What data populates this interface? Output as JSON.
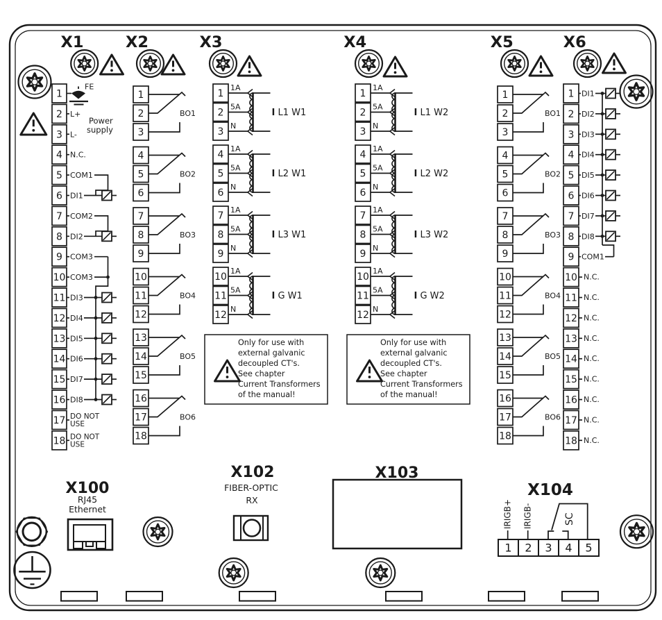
{
  "colors": {
    "ink": "#1a1a1a",
    "paper": "#ffffff"
  },
  "x1": {
    "title": "X1",
    "power_label": [
      "Power",
      "supply"
    ],
    "terminals": [
      {
        "n": "1",
        "label": "FE",
        "type": "fe"
      },
      {
        "n": "2",
        "label": "L+",
        "type": "plain"
      },
      {
        "n": "3",
        "label": "L-",
        "type": "plain"
      },
      {
        "n": "4",
        "label": "N.C.",
        "type": "plain"
      },
      {
        "n": "5",
        "label": "COM1",
        "type": "com-pair"
      },
      {
        "n": "6",
        "label": "DI1",
        "type": "di-pair"
      },
      {
        "n": "7",
        "label": "COM2",
        "type": "com-pair"
      },
      {
        "n": "8",
        "label": "DI2",
        "type": "di-pair"
      },
      {
        "n": "9",
        "label": "COM3",
        "type": "com-bus-start"
      },
      {
        "n": "10",
        "label": "COM3",
        "type": "com-bus-join"
      },
      {
        "n": "11",
        "label": "DI3",
        "type": "di-bus"
      },
      {
        "n": "12",
        "label": "DI4",
        "type": "di-bus"
      },
      {
        "n": "13",
        "label": "DI5",
        "type": "di-bus"
      },
      {
        "n": "14",
        "label": "DI6",
        "type": "di-bus"
      },
      {
        "n": "15",
        "label": "DI7",
        "type": "di-bus"
      },
      {
        "n": "16",
        "label": "DI8",
        "type": "di-bus"
      },
      {
        "n": "17",
        "label": "DO NOT USE",
        "lines": [
          "DO NOT",
          "USE"
        ],
        "type": "two-line"
      },
      {
        "n": "18",
        "label": "DO NOT USE",
        "lines": [
          "DO NOT",
          "USE"
        ],
        "type": "two-line"
      }
    ]
  },
  "x2": {
    "title": "X2",
    "outputs": [
      "BO1",
      "BO2",
      "BO3",
      "BO4",
      "BO5",
      "BO6"
    ]
  },
  "x3": {
    "title": "X3",
    "groups": [
      {
        "taps": [
          "1A",
          "5A",
          "N"
        ],
        "label": "I L1 W1"
      },
      {
        "taps": [
          "1A",
          "5A",
          "N"
        ],
        "label": "I L2 W1"
      },
      {
        "taps": [
          "1A",
          "5A",
          "N"
        ],
        "label": "I L3 W1"
      },
      {
        "taps": [
          "1A",
          "5A",
          "N"
        ],
        "label": "I G W1"
      }
    ]
  },
  "x4": {
    "title": "X4",
    "groups": [
      {
        "taps": [
          "1A",
          "5A",
          "N"
        ],
        "label": "I L1 W2"
      },
      {
        "taps": [
          "1A",
          "5A",
          "N"
        ],
        "label": "I L2 W2"
      },
      {
        "taps": [
          "1A",
          "5A",
          "N"
        ],
        "label": "I L3 W2"
      },
      {
        "taps": [
          "1A",
          "5A",
          "N"
        ],
        "label": "I G W2"
      }
    ]
  },
  "x5": {
    "title": "X5",
    "outputs": [
      "BO1",
      "BO2",
      "BO3",
      "BO4",
      "BO5",
      "BO6"
    ]
  },
  "x6": {
    "title": "X6",
    "terminals": [
      {
        "n": "1",
        "label": "DI1",
        "type": "di"
      },
      {
        "n": "2",
        "label": "DI2",
        "type": "di"
      },
      {
        "n": "3",
        "label": "DI3",
        "type": "di"
      },
      {
        "n": "4",
        "label": "DI4",
        "type": "di"
      },
      {
        "n": "5",
        "label": "DI5",
        "type": "di"
      },
      {
        "n": "6",
        "label": "DI6",
        "type": "di"
      },
      {
        "n": "7",
        "label": "DI7",
        "type": "di"
      },
      {
        "n": "8",
        "label": "DI8",
        "type": "di"
      },
      {
        "n": "9",
        "label": "COM1",
        "type": "com-end"
      },
      {
        "n": "10",
        "label": "N.C.",
        "type": "nc"
      },
      {
        "n": "11",
        "label": "N.C.",
        "type": "nc"
      },
      {
        "n": "12",
        "label": "N.C.",
        "type": "nc"
      },
      {
        "n": "13",
        "label": "N.C.",
        "type": "nc"
      },
      {
        "n": "14",
        "label": "N.C.",
        "type": "nc"
      },
      {
        "n": "15",
        "label": "N.C.",
        "type": "nc"
      },
      {
        "n": "16",
        "label": "N.C.",
        "type": "nc"
      },
      {
        "n": "17",
        "label": "N.C.",
        "type": "nc"
      },
      {
        "n": "18",
        "label": "N.C.",
        "type": "nc"
      }
    ]
  },
  "x100": {
    "title": "X100",
    "lines": [
      "RJ45",
      "Ethernet"
    ]
  },
  "x102": {
    "title": "X102",
    "lines": [
      "FIBER-OPTIC",
      "RX"
    ]
  },
  "x103": {
    "title": "X103"
  },
  "x104": {
    "title": "X104",
    "pins": [
      "1",
      "2",
      "3",
      "4",
      "5"
    ],
    "signals": {
      "pin1": "IRIGB+",
      "pin2": "IRIGB-",
      "switch": "SC"
    }
  },
  "ct_warning": {
    "lines": [
      "Only for use with",
      "external galvanic",
      "decoupled CT's.",
      "See chapter",
      "Current Transformers",
      "of the manual!"
    ]
  }
}
